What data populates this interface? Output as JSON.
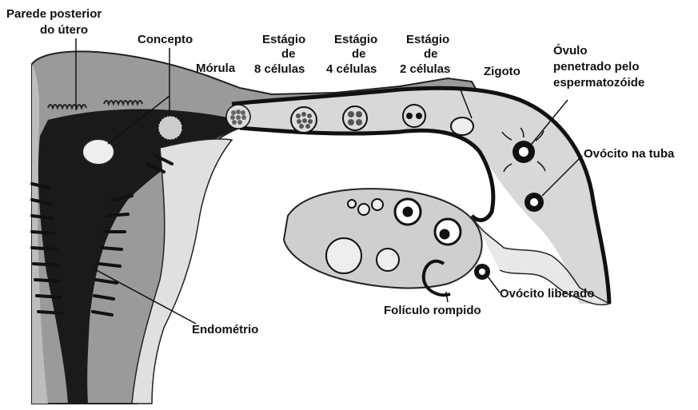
{
  "labels": {
    "parede": [
      "Parede posterior",
      "do útero"
    ],
    "concepto": "Concepto",
    "morula": "Mórula",
    "estagio8": [
      "Estágio",
      "de",
      "8 células"
    ],
    "estagio4": [
      "Estágio",
      "de",
      "4 células"
    ],
    "estagio2": [
      "Estágio",
      "de",
      "2 células"
    ],
    "zigoto": "Zigoto",
    "ovulo_penetrado": [
      "Óvulo",
      "penetrado pelo",
      "espermatozóide"
    ],
    "ovocito_tuba": "Ovócito na tuba",
    "ovocito_liberado": "Ovócito liberado",
    "foliculo_rompido": "Folículo rompido",
    "endometrio": "Endométrio"
  },
  "colors": {
    "ink": "#111111",
    "uterus_fill": "#6e6e6e",
    "uterus_dark": "#1a1a1a",
    "tube_fill": "#d8d8d8",
    "light_fill": "#e6e6e6",
    "ovary_fill": "#cfcfcf"
  }
}
